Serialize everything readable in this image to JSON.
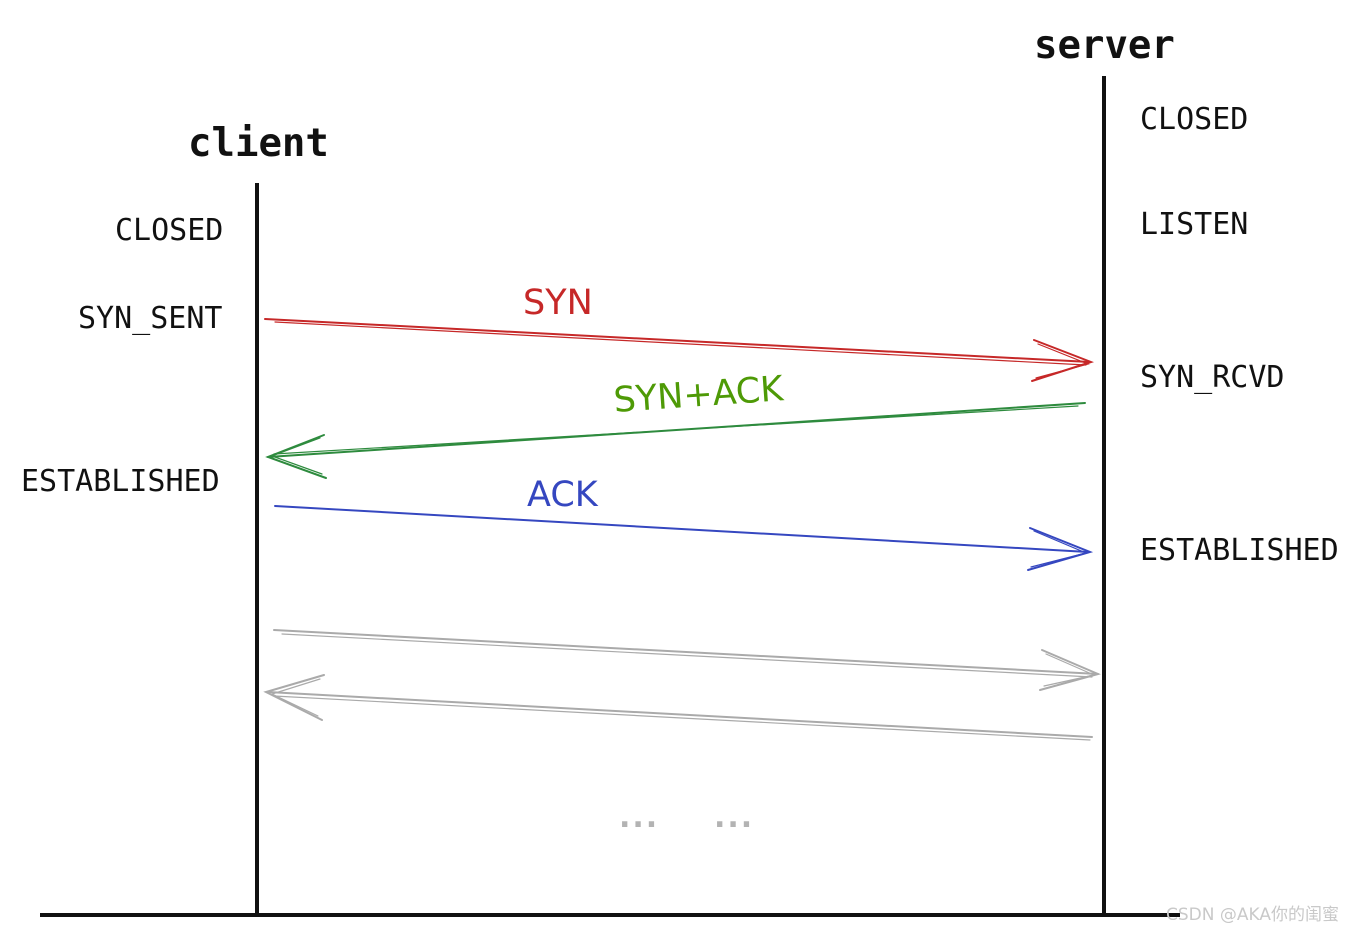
{
  "client": {
    "title": "client",
    "states": {
      "closed": "CLOSED",
      "syn_sent": "SYN_SENT",
      "established": "ESTABLISHED"
    }
  },
  "server": {
    "title": "server",
    "states": {
      "closed": "CLOSED",
      "listen": "LISTEN",
      "syn_rcvd": "SYN_RCVD",
      "established": "ESTABLISHED"
    }
  },
  "messages": {
    "syn": {
      "label": "SYN",
      "color": "#c62828",
      "direction": "client-to-server"
    },
    "syn_ack": {
      "label": "SYN+ACK",
      "color": "#4e9a06",
      "arrow_color": "#2e8b3e",
      "direction": "server-to-client"
    },
    "ack": {
      "label": "ACK",
      "color": "#3547c0",
      "direction": "client-to-server"
    },
    "data_out": {
      "color": "#aaaaaa",
      "direction": "client-to-server"
    },
    "data_in": {
      "color": "#aaaaaa",
      "direction": "server-to-client"
    }
  },
  "continuation": [
    "...",
    "..."
  ],
  "watermark": "CSDN @AKA你的闺蜜"
}
